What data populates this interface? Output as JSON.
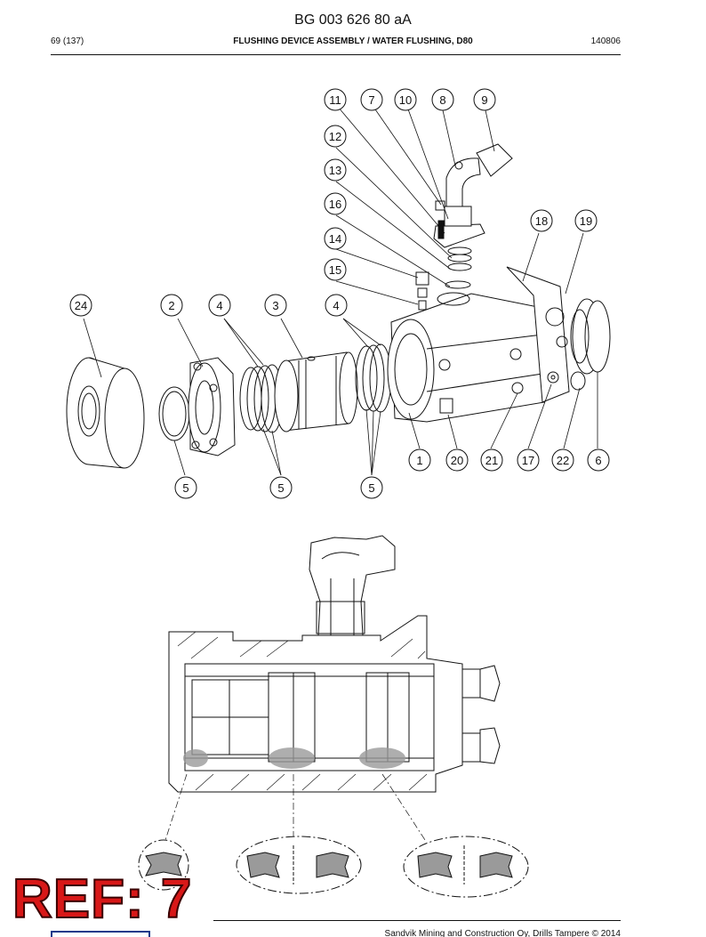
{
  "header": {
    "doc_id": "BG 003 626 80 aA",
    "page_number": "69 (137)",
    "title": "FLUSHING DEVICE ASSEMBLY / WATER FLUSHING, D80",
    "code": "140806"
  },
  "callouts": [
    "11",
    "7",
    "10",
    "8",
    "9",
    "12",
    "13",
    "16",
    "14",
    "15",
    "18",
    "19",
    "24",
    "2",
    "4",
    "3",
    "4",
    "1",
    "20",
    "21",
    "17",
    "22",
    "6",
    "5",
    "5",
    "5"
  ],
  "stamp": {
    "text": "REF: 7",
    "color": "#d81818"
  },
  "footer": {
    "text": "Sandvik Mining and Construction Oy, Drills Tampere © 2014"
  },
  "colors": {
    "line": "#111111",
    "seal_highlight": "#9a9a9a",
    "stamp_red": "#d81818"
  }
}
